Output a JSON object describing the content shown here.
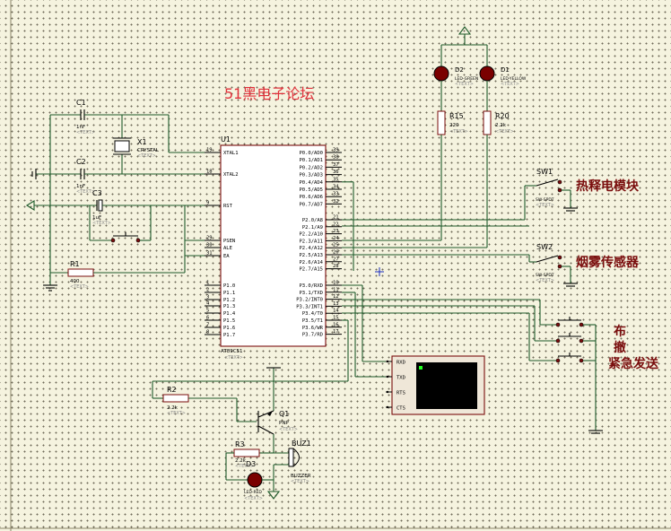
{
  "title": "51黑电子论坛",
  "text_placeholder": "<TEXT>",
  "mcu": {
    "ref": "U1",
    "part": "AT89C51",
    "left_pins": [
      {
        "num": "19",
        "name": "XTAL1"
      },
      {
        "num": "18",
        "name": "XTAL2"
      },
      {
        "num": "9",
        "name": "RST"
      },
      {
        "num": "29",
        "name": "PSEN"
      },
      {
        "num": "30",
        "name": "ALE"
      },
      {
        "num": "31",
        "name": "EA"
      },
      {
        "num": "1",
        "name": "P1.0"
      },
      {
        "num": "2",
        "name": "P1.1"
      },
      {
        "num": "3",
        "name": "P1.2"
      },
      {
        "num": "4",
        "name": "P1.3"
      },
      {
        "num": "5",
        "name": "P1.4"
      },
      {
        "num": "6",
        "name": "P1.5"
      },
      {
        "num": "7",
        "name": "P1.6"
      },
      {
        "num": "8",
        "name": "P1.7"
      }
    ],
    "right_pins": [
      {
        "num": "39",
        "name": "P0.0/AD0"
      },
      {
        "num": "38",
        "name": "P0.1/AD1"
      },
      {
        "num": "37",
        "name": "P0.2/AD2"
      },
      {
        "num": "36",
        "name": "P0.3/AD3"
      },
      {
        "num": "35",
        "name": "P0.4/AD4"
      },
      {
        "num": "34",
        "name": "P0.5/AD5"
      },
      {
        "num": "33",
        "name": "P0.6/AD6"
      },
      {
        "num": "32",
        "name": "P0.7/AD7"
      },
      {
        "num": "21",
        "name": "P2.0/A8"
      },
      {
        "num": "22",
        "name": "P2.1/A9"
      },
      {
        "num": "23",
        "name": "P2.2/A10"
      },
      {
        "num": "24",
        "name": "P2.3/A11"
      },
      {
        "num": "25",
        "name": "P2.4/A12"
      },
      {
        "num": "26",
        "name": "P2.5/A13"
      },
      {
        "num": "27",
        "name": "P2.6/A14"
      },
      {
        "num": "28",
        "name": "P2.7/A15"
      },
      {
        "num": "10",
        "name": "P3.0/RXD"
      },
      {
        "num": "11",
        "name": "P3.1/TXD"
      },
      {
        "num": "12",
        "name": "P3.2/INT0"
      },
      {
        "num": "13",
        "name": "P3.3/INT1"
      },
      {
        "num": "14",
        "name": "P3.4/T0"
      },
      {
        "num": "15",
        "name": "P3.5/T1"
      },
      {
        "num": "16",
        "name": "P3.6/WR"
      },
      {
        "num": "17",
        "name": "P3.7/RD"
      }
    ]
  },
  "components": {
    "c1": {
      "ref": "C1",
      "value": "1nF"
    },
    "c2": {
      "ref": "C2",
      "value": "1nF"
    },
    "c3": {
      "ref": "C3",
      "value": "1uF"
    },
    "x1": {
      "ref": "X1",
      "value": "CRYSTAL"
    },
    "r1": {
      "ref": "R1",
      "value": "400"
    },
    "r2": {
      "ref": "R2",
      "value": "2.2k"
    },
    "r3": {
      "ref": "R3",
      "value": "2.2k"
    },
    "r15": {
      "ref": "R15",
      "value": "220"
    },
    "r20": {
      "ref": "R20",
      "value": "2.2k"
    },
    "d1": {
      "ref": "D1",
      "value": "LED-YELLOW"
    },
    "d2": {
      "ref": "D2",
      "value": "LED-GREEN"
    },
    "d3": {
      "ref": "D3",
      "value": "LED-RED"
    },
    "q1": {
      "ref": "Q1",
      "value": "PNP"
    },
    "buz1": {
      "ref": "BUZ1",
      "value": "BUZZER"
    },
    "sw1": {
      "ref": "SW1",
      "value": "SW-SPDT"
    },
    "sw2": {
      "ref": "SW2",
      "value": "SW-SPDT"
    }
  },
  "virtual_terminal_pins": [
    "RXD",
    "TXD",
    "RTS",
    "CTS"
  ],
  "annotations": {
    "sw1_label": "热释电模块",
    "sw2_label": "烟雾传感器",
    "btn_label_1": "布",
    "btn_label_2": "撤",
    "btn_label_3": "紧急发送"
  },
  "colors": {
    "sheet": "#f5f3df",
    "wire": "#1e5a2a",
    "component_outline": "#7a0d0d",
    "title": "#e0303a",
    "label_cn": "#7a0d0d",
    "terminal_screen": "#000000",
    "terminal_cursor": "#22ff22"
  }
}
